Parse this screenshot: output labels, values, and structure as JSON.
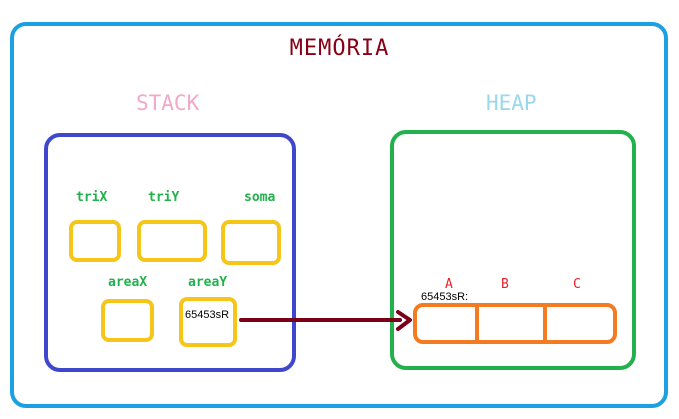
{
  "title": "MEMÓRIA",
  "stack": {
    "title": "STACK",
    "variables": [
      {
        "name": "triX",
        "value": ""
      },
      {
        "name": "triY",
        "value": ""
      },
      {
        "name": "soma",
        "value": ""
      },
      {
        "name": "areaX",
        "value": ""
      },
      {
        "name": "areaY",
        "value": "65453sR"
      }
    ]
  },
  "heap": {
    "title": "HEAP",
    "address": "65453sR:",
    "cells": [
      "A",
      "B",
      "C"
    ]
  },
  "colors": {
    "memory": "#1ba1e2",
    "stack": "#3f48cc",
    "heap": "#22b14c",
    "variable": "#f5c518",
    "array": "#f47b20",
    "pointer": "#7a0019",
    "title": "#880015",
    "variable_label": "#22b14c",
    "cell_label": "#e8232a"
  }
}
